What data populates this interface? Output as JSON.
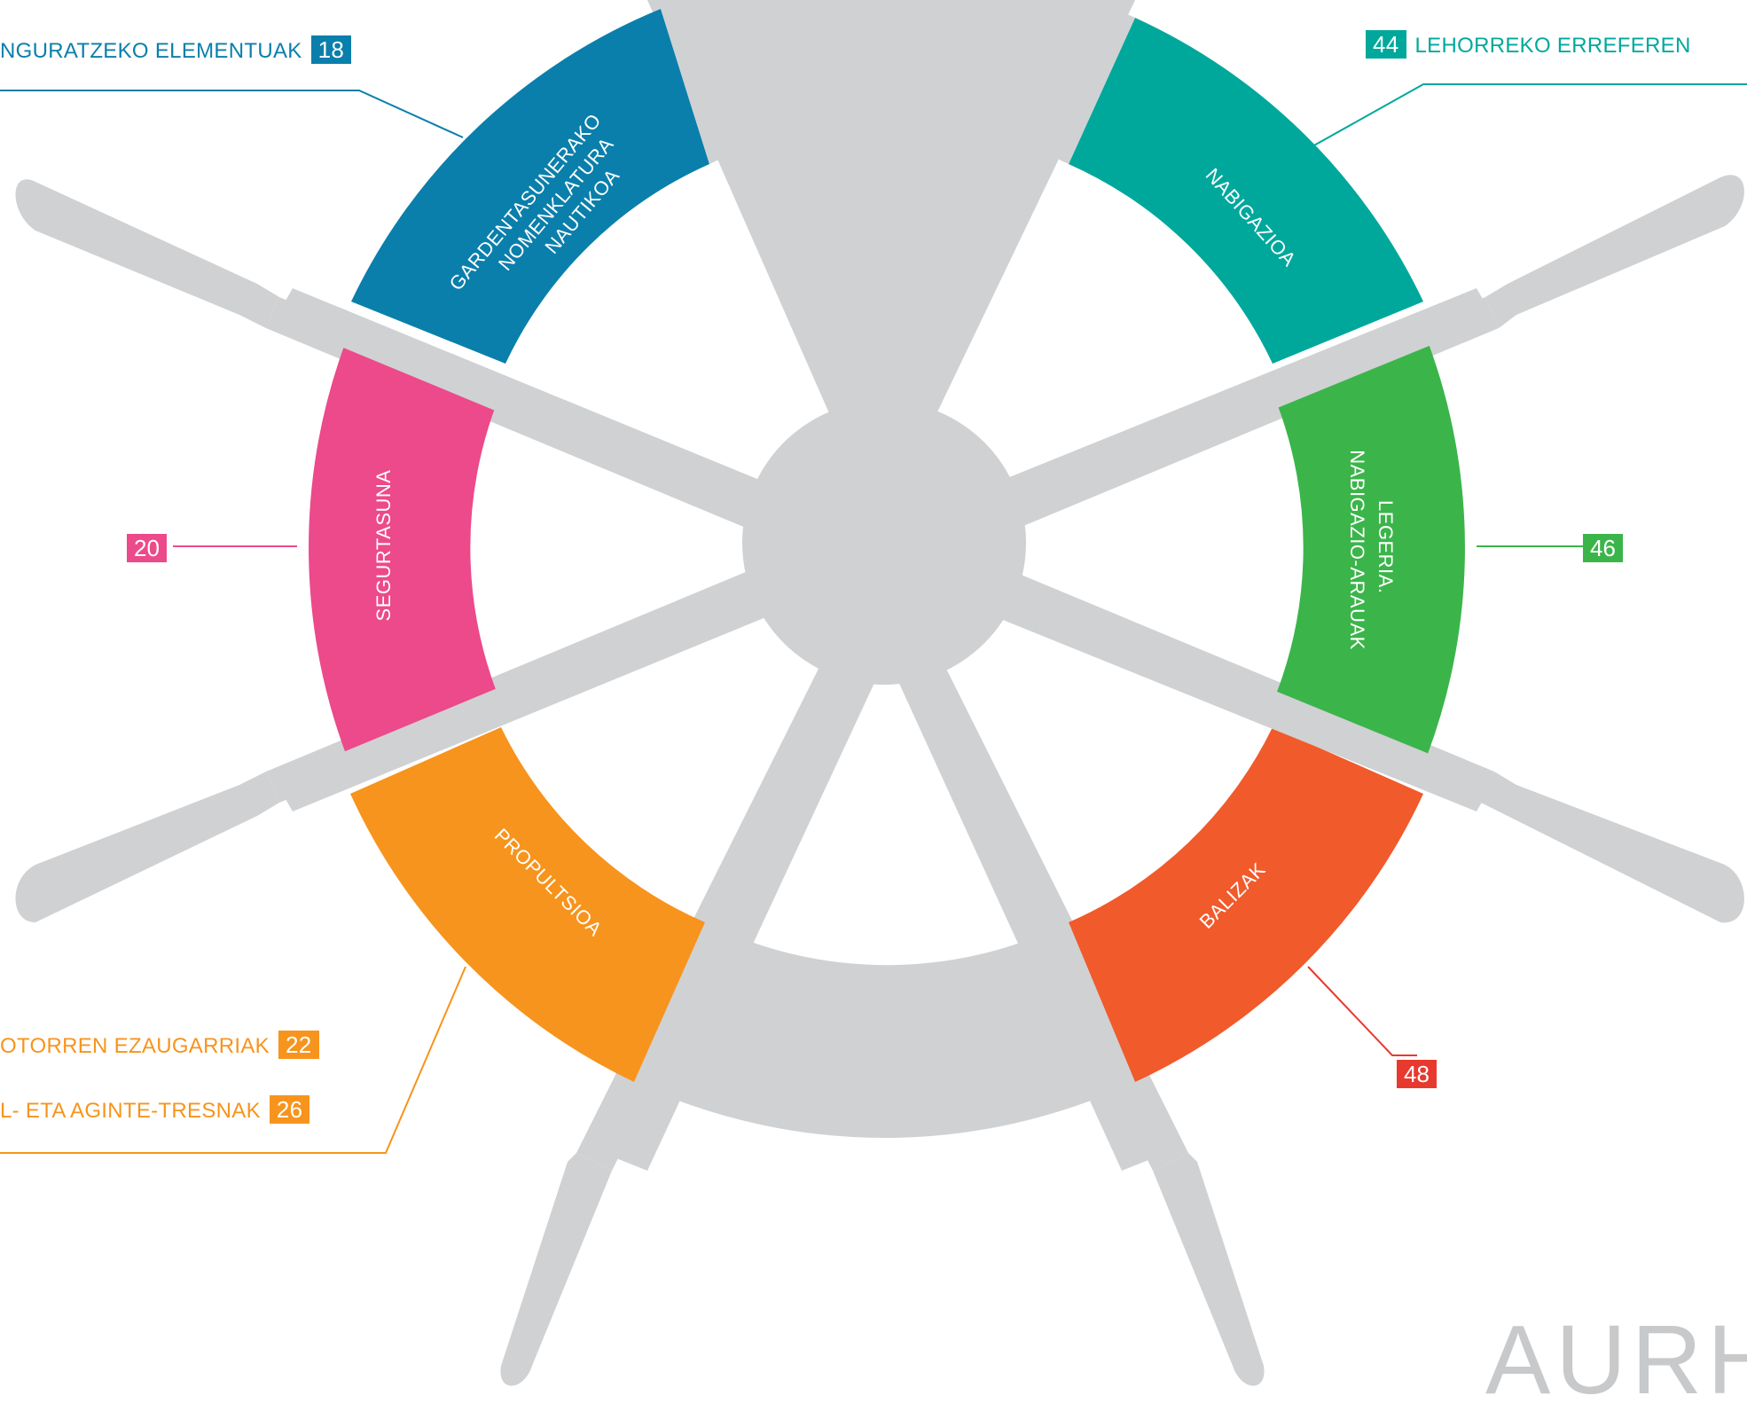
{
  "colors": {
    "wheel": "#d0d1d3",
    "blue": "#0a7fab",
    "teal": "#00a89c",
    "green": "#3bb54a",
    "red": "#f15a2b",
    "orange": "#f7941d",
    "pink": "#ec4a8a",
    "badge_red": "#e8392f",
    "title": "#c8c9cb"
  },
  "segments": {
    "gardentasuna": [
      "GARDENTASUNERAKO",
      "NOMENKLATURA",
      "NAUTIKOA"
    ],
    "nabigazioa": "NABIGAZIOA",
    "legeria": [
      "LEGERIA.",
      "NABIGAZIO-ARAUAK"
    ],
    "balizak": "BALIZAK",
    "propultsioa": "PROPULTSIOA",
    "segurtasuna": "SEGURTASUNA"
  },
  "callouts": {
    "top_left": {
      "text": "NGURATZEKO ELEMENTUAK",
      "page": "18"
    },
    "top_right": {
      "text": "LEHORREKO ERREFEREN",
      "page": "44"
    },
    "left": {
      "page": "20"
    },
    "right": {
      "page": "46"
    },
    "bottom_right": {
      "page": "48"
    },
    "bottom_left_1": {
      "text": "OTORREN EZAUGARRIAK",
      "page": "22"
    },
    "bottom_left_2": {
      "text": "L- ETA AGINTE-TRESNAK",
      "page": "26"
    }
  },
  "title": "AURH"
}
